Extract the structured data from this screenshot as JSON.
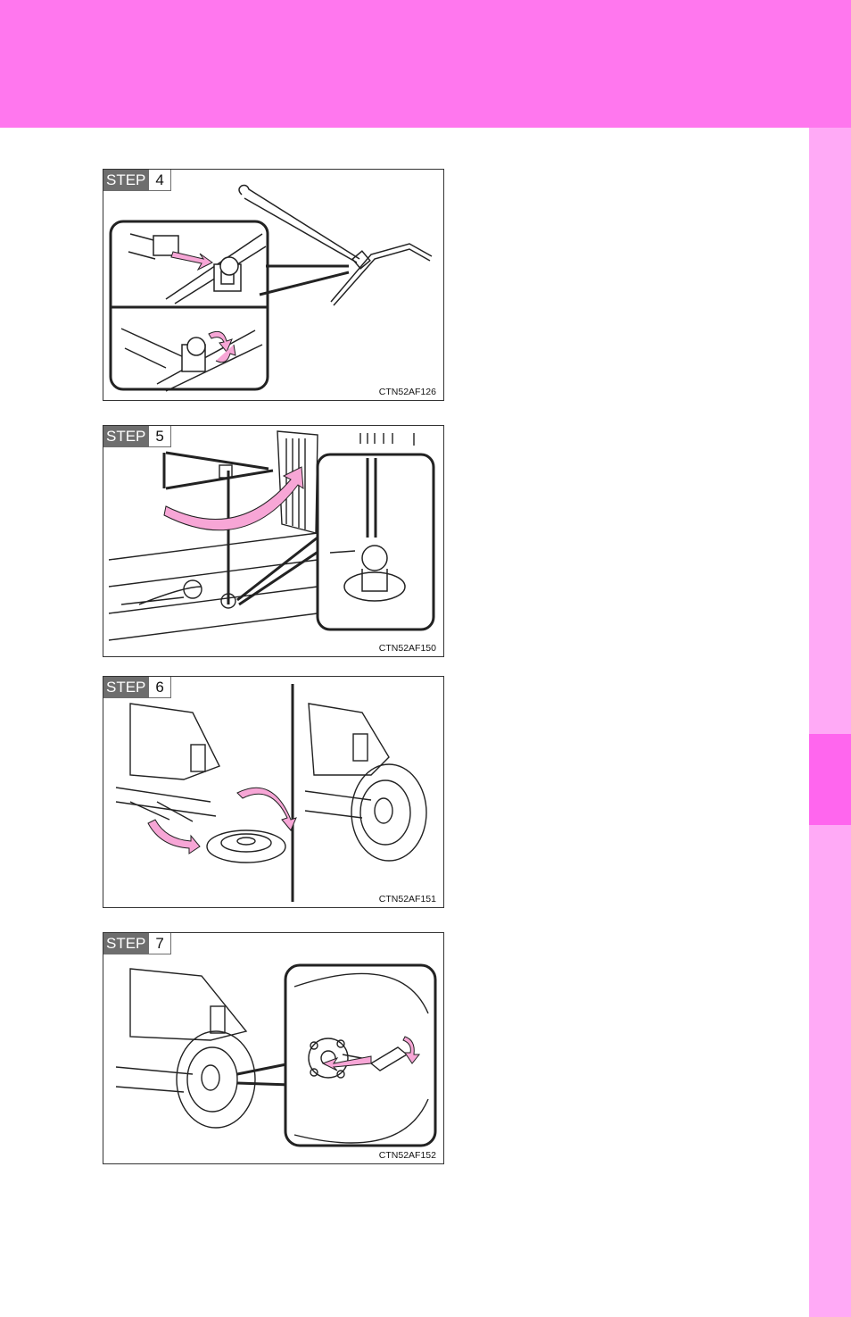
{
  "steps": [
    {
      "word": "STEP",
      "number": "4",
      "code": "CTN52AF126"
    },
    {
      "word": "STEP",
      "number": "5",
      "code": "CTN52AF150"
    },
    {
      "word": "STEP",
      "number": "6",
      "code": "CTN52AF151"
    },
    {
      "word": "STEP",
      "number": "7",
      "code": "CTN52AF152"
    }
  ],
  "colors": {
    "header": "#ff77ee",
    "side_strip": "#ffaaf6",
    "side_tab_active": "#ff66ee",
    "arrow": "#f7a6d6",
    "step_tag": "#6e6e6e"
  }
}
